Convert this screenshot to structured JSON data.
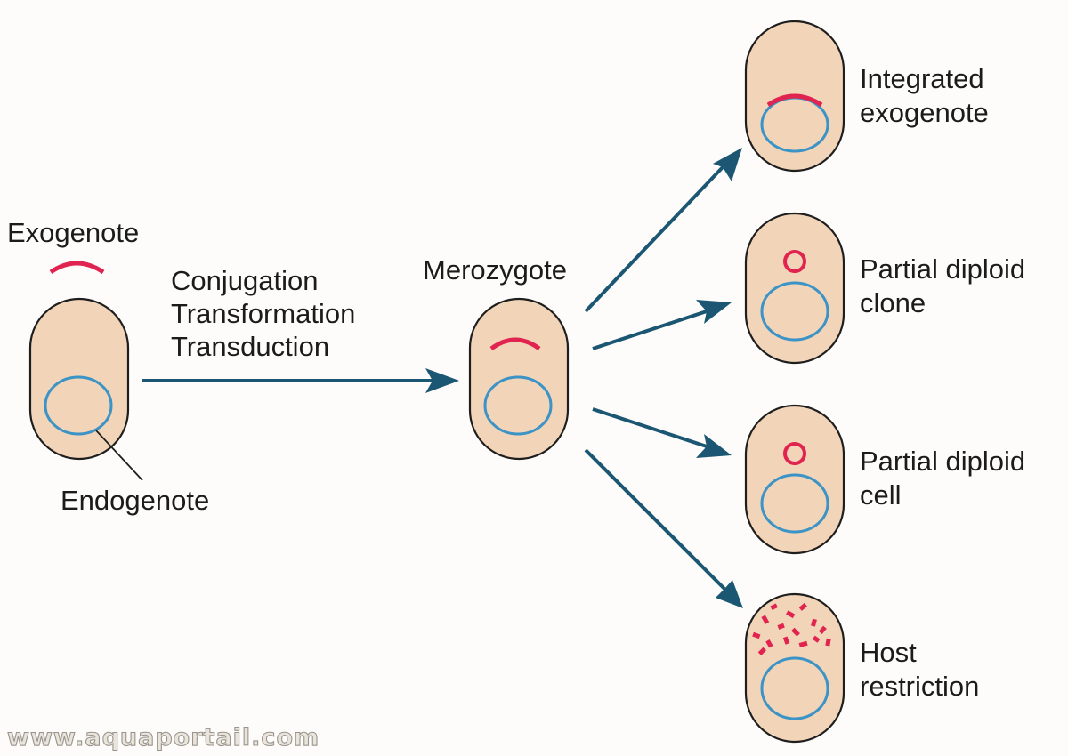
{
  "labels": {
    "exogenote": "Exogenote",
    "endogenote": "Endogenote",
    "process_1": "Conjugation",
    "process_2": "Transformation",
    "process_3": "Transduction",
    "merozygote": "Merozygote",
    "outcome_1_line1": "Integrated",
    "outcome_1_line2": "exogenote",
    "outcome_2_line1": "Partial diploid",
    "outcome_2_line2": "clone",
    "outcome_3_line1": "Partial diploid",
    "outcome_3_line2": "cell",
    "outcome_4_line1": "Host",
    "outcome_4_line2": "restriction"
  },
  "watermark": "www.aquaportail.com",
  "colors": {
    "background": "#fdfcfa",
    "cell_fill": "#f2d4b8",
    "cell_outline": "#1e1e1e",
    "endogenote": "#3b93c6",
    "exogenote": "#e0244f",
    "arrow": "#1b5772"
  }
}
